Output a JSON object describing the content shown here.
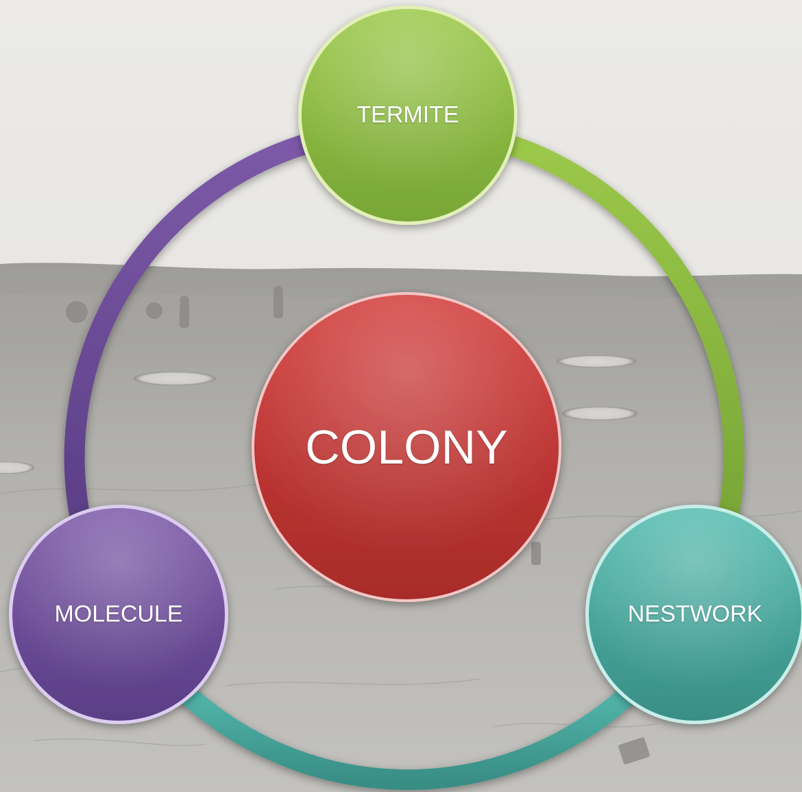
{
  "diagram": {
    "center": {
      "label": "COLONY",
      "color": "#c43a39"
    },
    "nodes": [
      {
        "label": "TERMITE",
        "color": "#8cbd3f"
      },
      {
        "label": "NESTWORK",
        "color": "#46a89e"
      },
      {
        "label": "MOLECULE",
        "color": "#6e4d99"
      }
    ],
    "ring_colors": {
      "termite_to_nestwork": "#8cbd3f",
      "nestwork_to_molecule": "#46a89e",
      "molecule_to_termite": "#6e4d99"
    },
    "background": "desaturated lunar surface photo with astronauts and craters"
  }
}
